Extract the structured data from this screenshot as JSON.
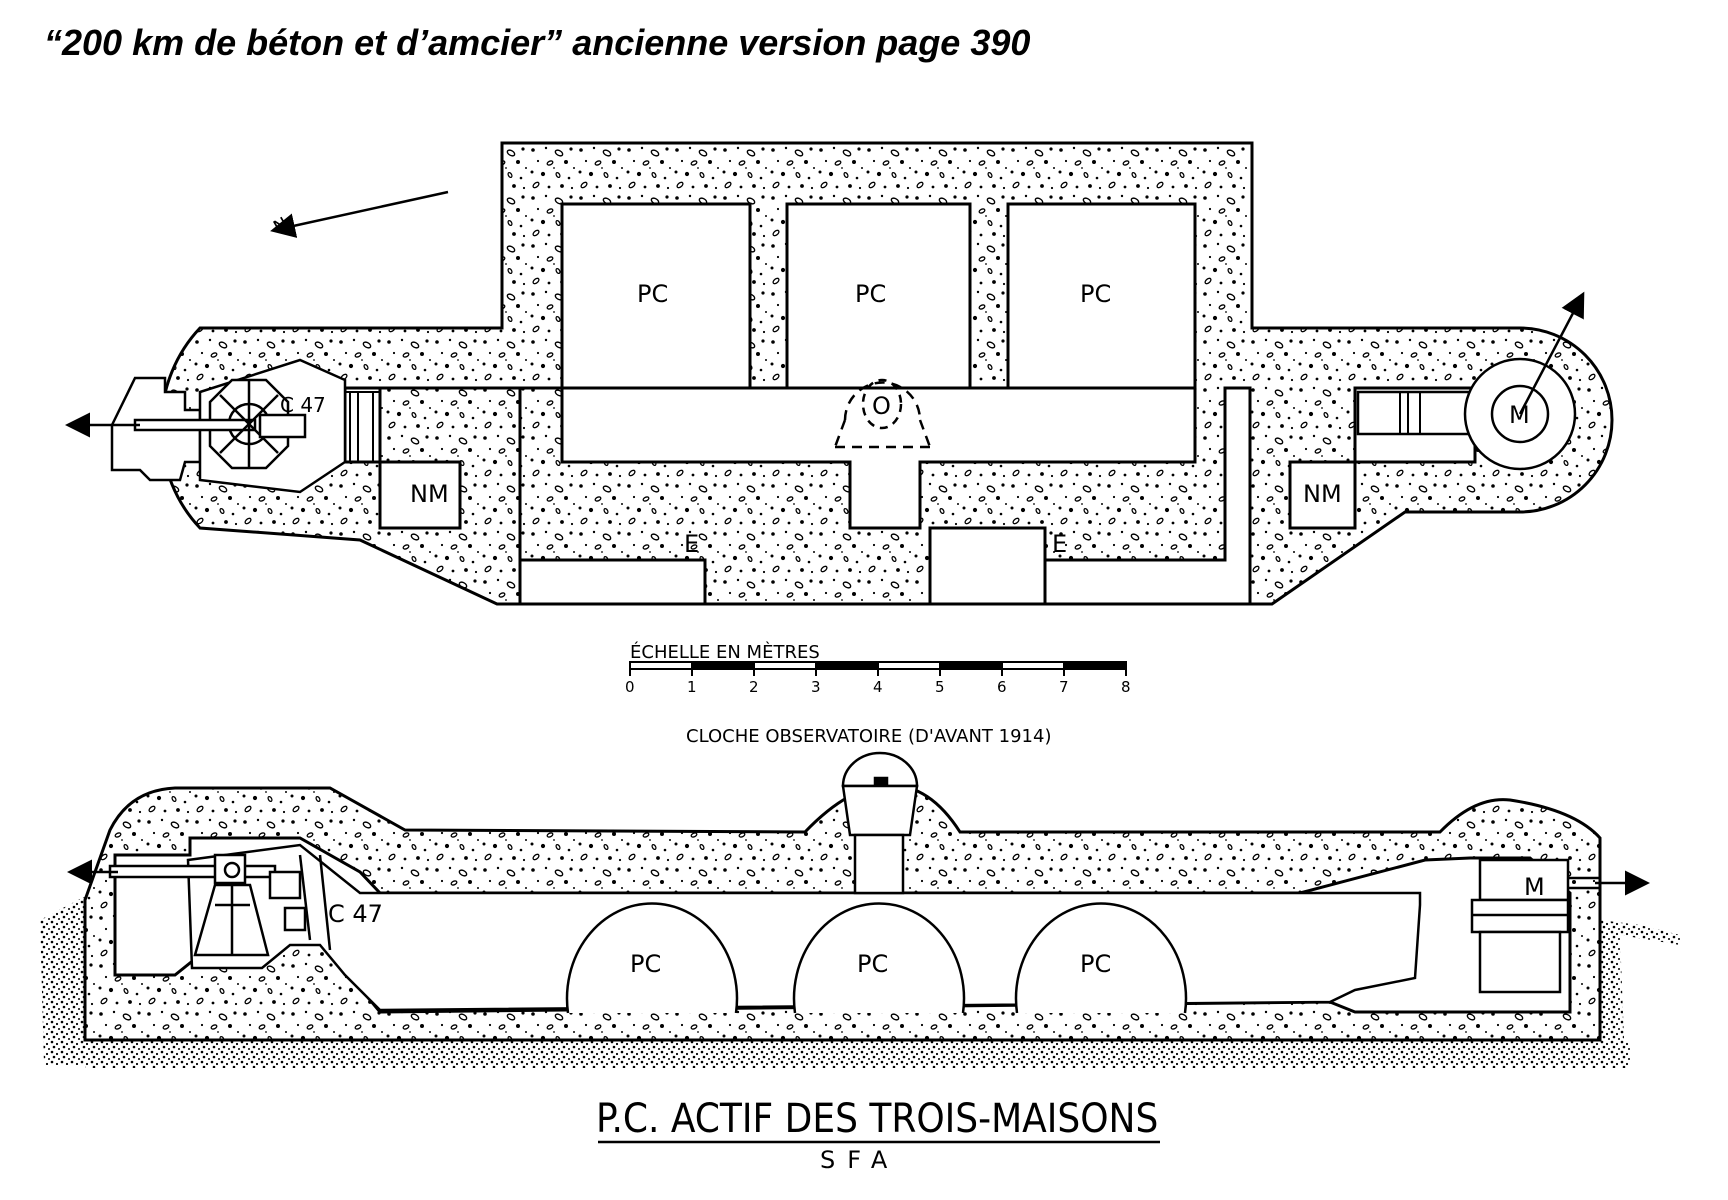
{
  "header": {
    "caption": "“200 km de béton et d’amcier” ancienne version page 390"
  },
  "plan": {
    "rooms": {
      "pc_1": "PC",
      "pc_2": "PC",
      "pc_3": "PC",
      "bell": "O",
      "gun": "C 47",
      "mortar": "M",
      "nm_left": "NM",
      "nm_right": "NM",
      "e_left": "E",
      "e_right": "E"
    },
    "north_mark": "N"
  },
  "scale": {
    "label": "ÉCHELLE EN MÈTRES",
    "ticks": [
      "0",
      "1",
      "2",
      "3",
      "4",
      "5",
      "6",
      "7",
      "8"
    ]
  },
  "section": {
    "bell_caption": "CLOCHE OBSERVATOIRE (D'AVANT 1914)",
    "gun": "C 47",
    "mortar": "M",
    "vaults": [
      "PC",
      "PC",
      "PC"
    ]
  },
  "footer": {
    "title": "P.C. ACTIF DES TROIS-MAISONS",
    "subtitle": "SFA"
  },
  "colors": {
    "ink": "#000000",
    "paper": "#ffffff"
  }
}
